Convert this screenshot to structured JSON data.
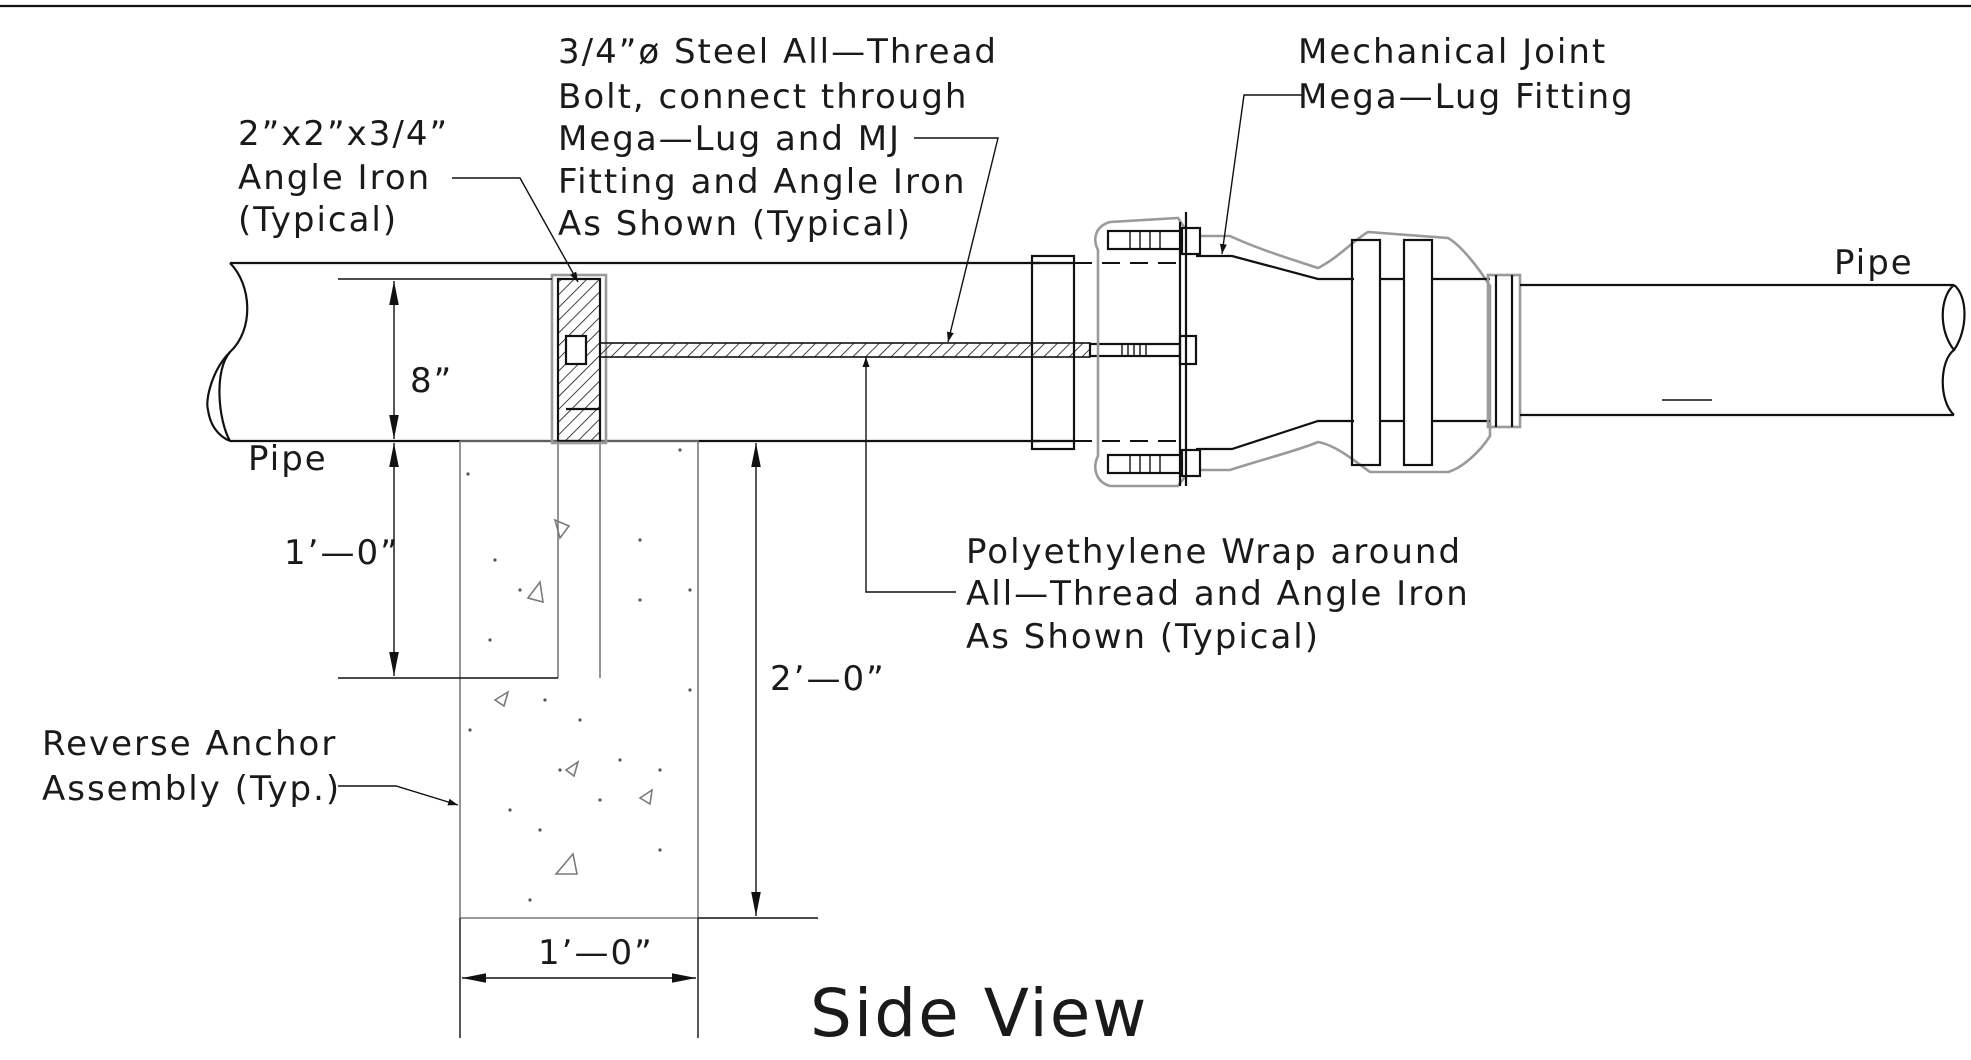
{
  "diagram": {
    "title": "Side View",
    "labels": {
      "angle_iron": [
        "2”x2”x3/4”",
        "Angle Iron",
        "(Typical)"
      ],
      "bolt": [
        "3/4”ø Steel All—Thread",
        "Bolt, connect through",
        "Mega—Lug and MJ",
        "Fitting and Angle Iron",
        "As Shown (Typical)"
      ],
      "mj_fitting": [
        "Mechanical Joint",
        "Mega—Lug Fitting"
      ],
      "pipe_left": "Pipe",
      "pipe_right": "Pipe",
      "poly_wrap": [
        "Polyethylene Wrap around",
        "All—Thread and Angle Iron",
        "As Shown (Typical)"
      ],
      "anchor": [
        "Reverse Anchor",
        "Assembly (Typ.)"
      ]
    },
    "dimensions": {
      "pipe_diameter": "8”",
      "pipe_to_anchor_step": "1’—0”",
      "anchor_depth": "2’—0”",
      "anchor_width": "1’—0”"
    }
  }
}
